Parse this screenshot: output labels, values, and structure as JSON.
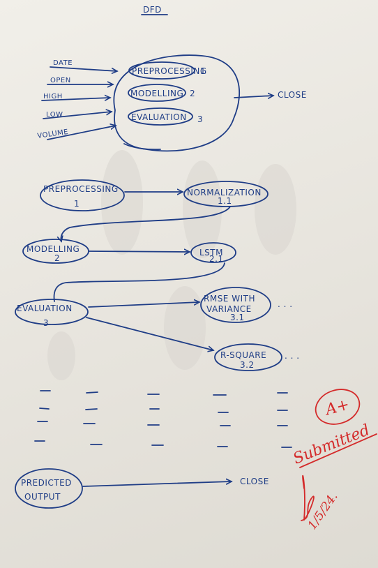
{
  "title": "DFD",
  "context": {
    "inputs": [
      "DATE",
      "OPEN",
      "HIGH",
      "LOW",
      "VOLUME"
    ],
    "processes": [
      {
        "label": "PREPROCESSING",
        "num": "1"
      },
      {
        "label": "MODELLING",
        "num": "2"
      },
      {
        "label": "EVALUATION",
        "num": "3"
      }
    ],
    "output": "CLOSE"
  },
  "level1": {
    "preprocessing": {
      "label": "PREPROCESSING",
      "num": "1"
    },
    "normalization": {
      "label": "NORMALIZATION",
      "num": "1.1"
    },
    "modelling": {
      "label": "MODELLING",
      "num": "2"
    },
    "lstm": {
      "label": "LSTM",
      "num": "2.1"
    },
    "evaluation": {
      "label": "EVALUATION",
      "num": "3"
    },
    "rmse": {
      "line1": "RMSE WITH",
      "line2": "VARIANCE",
      "num": "3.1"
    },
    "rsquare": {
      "label": "R-SQUARE",
      "num": "3.2"
    },
    "rmse_trail": ". . .",
    "rsquare_trail": ". . ."
  },
  "final": {
    "line1": "PREDICTED",
    "line2": "OUTPUT",
    "output": "CLOSE"
  },
  "stamp": {
    "grade": "A+",
    "note": "Submitted",
    "date": "1/5/24."
  },
  "colors": {
    "ink": "#1f3d86",
    "red": "#d42a2a"
  }
}
